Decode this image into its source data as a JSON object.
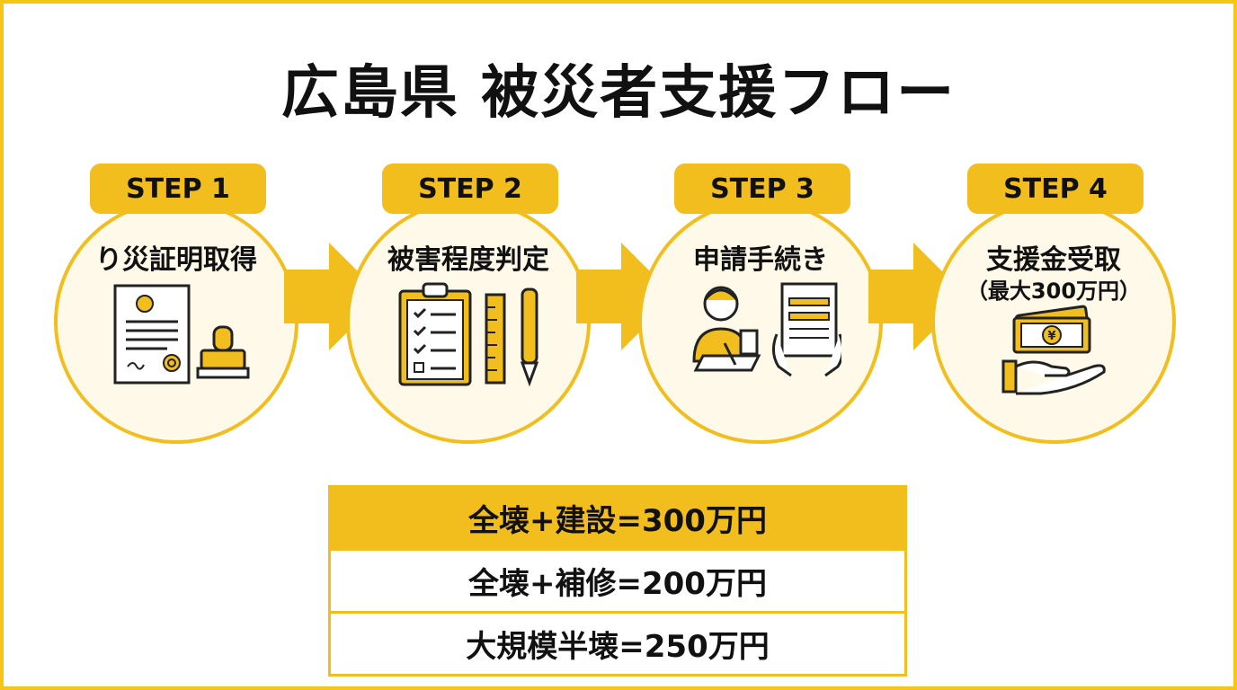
{
  "title": "広島県 被災者支援フロー",
  "steps": [
    {
      "badge": "STEP 1",
      "title": "り災証明取得",
      "sub": "",
      "icon": "certificate-and-seal-icon"
    },
    {
      "badge": "STEP 2",
      "title": "被害程度判定",
      "sub": "",
      "icon": "clipboard-ruler-pen-icon"
    },
    {
      "badge": "STEP 3",
      "title": "申請手続き",
      "sub": "",
      "icon": "person-writing-form-icon"
    },
    {
      "badge": "STEP 4",
      "title": "支援金受取",
      "sub": "（最大300万円）",
      "icon": "money-in-hand-icon"
    }
  ],
  "table": {
    "rows": [
      "全壊+建設=300万円",
      "全壊+補修=200万円",
      "大規模半壊=250万円"
    ]
  },
  "colors": {
    "accent": "#F2BE1E",
    "circle_fill": "#FEF9E8",
    "frame": "#F5C518"
  },
  "money_symbol": "¥"
}
